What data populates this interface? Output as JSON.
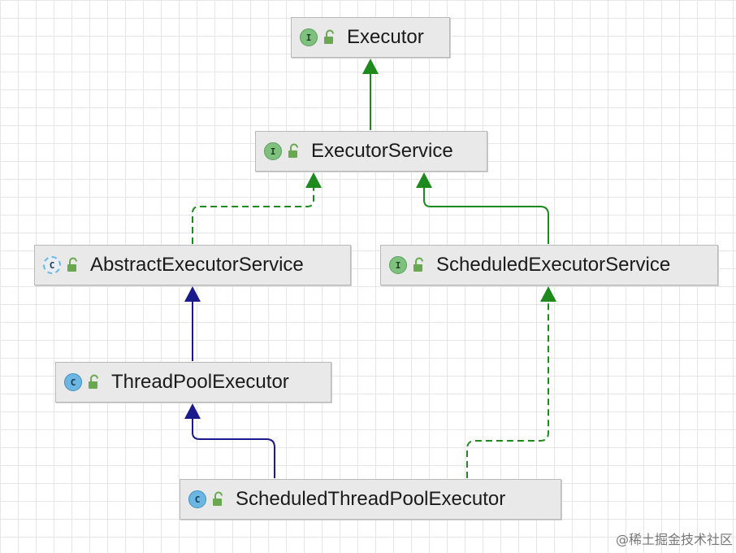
{
  "diagram": {
    "nodes": [
      {
        "id": "executor",
        "label": "Executor",
        "kind": "interface",
        "badge": "I"
      },
      {
        "id": "executor-service",
        "label": "ExecutorService",
        "kind": "interface",
        "badge": "I"
      },
      {
        "id": "abstract-executor-service",
        "label": "AbstractExecutorService",
        "kind": "abstract",
        "badge": "C"
      },
      {
        "id": "scheduled-executor-service",
        "label": "ScheduledExecutorService",
        "kind": "interface",
        "badge": "I"
      },
      {
        "id": "thread-pool-executor",
        "label": "ThreadPoolExecutor",
        "kind": "class",
        "badge": "C"
      },
      {
        "id": "scheduled-thread-pool-executor",
        "label": "ScheduledThreadPoolExecutor",
        "kind": "class",
        "badge": "C"
      }
    ],
    "edges": [
      {
        "from": "executor-service",
        "to": "executor",
        "relation": "extends-interface"
      },
      {
        "from": "abstract-executor-service",
        "to": "executor-service",
        "relation": "implements"
      },
      {
        "from": "scheduled-executor-service",
        "to": "executor-service",
        "relation": "extends-interface"
      },
      {
        "from": "thread-pool-executor",
        "to": "abstract-executor-service",
        "relation": "extends-class"
      },
      {
        "from": "scheduled-thread-pool-executor",
        "to": "thread-pool-executor",
        "relation": "extends-class"
      },
      {
        "from": "scheduled-thread-pool-executor",
        "to": "scheduled-executor-service",
        "relation": "implements"
      }
    ],
    "colors": {
      "interface_edge": "#1e8a1e",
      "class_edge": "#1a1a8c",
      "interface_badge": "#7ec07e",
      "class_badge": "#6cb6e3",
      "lock": "#6aa84f"
    }
  },
  "watermark": "@稀土掘金技术社区"
}
